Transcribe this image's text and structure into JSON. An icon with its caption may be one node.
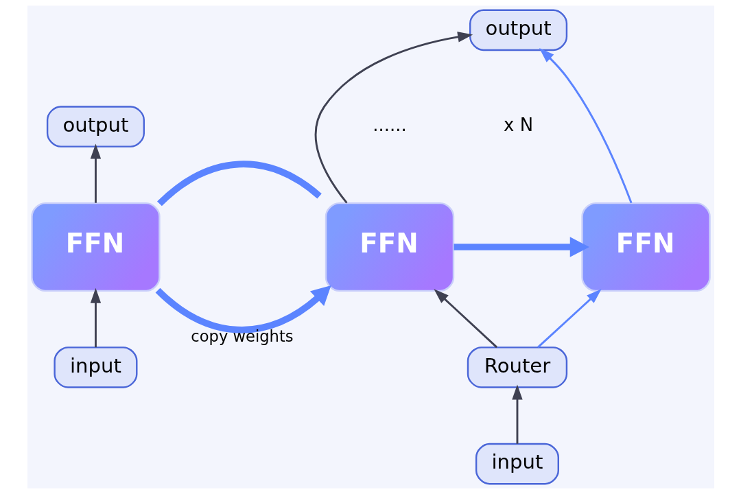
{
  "diagram": {
    "nodes": [
      {
        "text": [
          "output"
        ]
      },
      {
        "text": [
          "FFN"
        ]
      },
      {
        "text": [
          "input"
        ]
      },
      {
        "text": [
          "FFN"
        ]
      },
      {
        "text": [
          "output"
        ]
      },
      {
        "text": [
          "FFN"
        ]
      },
      {
        "text": [
          "Router"
        ]
      },
      {
        "text": [
          "input"
        ]
      }
    ],
    "edges": [
      {
        "from": 2,
        "to": 1,
        "arrow": "to"
      },
      {
        "from": 1,
        "to": 0,
        "arrow": "to"
      },
      {
        "from": 1,
        "to": 3,
        "arrow": "to",
        "style": "thick",
        "color": "#5b84ff",
        "label": "copy weights"
      },
      {
        "from": 1,
        "to": 3,
        "arrow": "none",
        "style": "thick",
        "color": "#5b84ff"
      },
      {
        "from": 3,
        "to": 5,
        "arrow": "to",
        "style": "thick",
        "color": "#5b84ff"
      },
      {
        "from": 3,
        "to": 4,
        "arrow": "to"
      },
      {
        "from": 5,
        "to": 4,
        "arrow": "to",
        "color": "#5b84ff"
      },
      {
        "from": 6,
        "to": 3,
        "arrow": "to"
      },
      {
        "from": 6,
        "to": 5,
        "arrow": "to",
        "color": "#5b84ff"
      },
      {
        "from": 7,
        "to": 6,
        "arrow": "to"
      }
    ],
    "labels": [
      "x N",
      "......"
    ]
  }
}
